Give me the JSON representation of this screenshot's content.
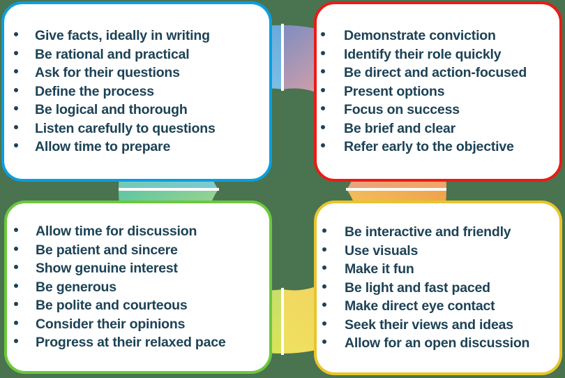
{
  "graphic": {
    "title": "Four communication styles quadrant wheel",
    "center_color": "#4a7350",
    "background_color": "#4a7350",
    "ring": {
      "outer_radius": 235,
      "inner_radius": 92,
      "gap_color": "#ffffff",
      "segments": [
        {
          "name": "top-left-segment",
          "from_color": "#7ec9ee",
          "to_color": "#6fc7b2"
        },
        {
          "name": "top-right-segment",
          "from_color": "#7f8fc0",
          "to_color": "#f2a06a"
        },
        {
          "name": "bottom-left-segment",
          "from_color": "#63c8a6",
          "to_color": "#d7e05a"
        },
        {
          "name": "bottom-right-segment",
          "from_color": "#f0e36a",
          "to_color": "#f0a34e"
        }
      ]
    }
  },
  "quadrants": {
    "top_left": {
      "name": "analytical-style-card",
      "border_color": "#0a9ee0",
      "items": [
        "Give facts, ideally in writing",
        "Be rational and practical",
        "Ask for their questions",
        "Define the process",
        "Be logical and thorough",
        "Listen carefully to questions",
        "Allow time to prepare"
      ]
    },
    "top_right": {
      "name": "driver-style-card",
      "border_color": "#e81c16",
      "items": [
        "Demonstrate conviction",
        "Identify their role quickly",
        "Be direct and action-focused",
        "Present options",
        "Focus on success",
        "Be brief and clear",
        "Refer early to the objective"
      ]
    },
    "bottom_left": {
      "name": "amiable-style-card",
      "border_color": "#6cc83c",
      "items": [
        "Allow time for discussion",
        "Be patient and sincere",
        "Show genuine interest",
        "Be generous",
        "Be polite and courteous",
        "Consider their opinions",
        "Progress at their relaxed pace"
      ]
    },
    "bottom_right": {
      "name": "expressive-style-card",
      "border_color": "#e8c52a",
      "items": [
        "Be interactive and friendly",
        "Use visuals",
        "Make it fun",
        "Be light and fast paced",
        "Make direct eye contact",
        "Seek their views and ideas",
        "Allow for an open discussion"
      ]
    }
  }
}
